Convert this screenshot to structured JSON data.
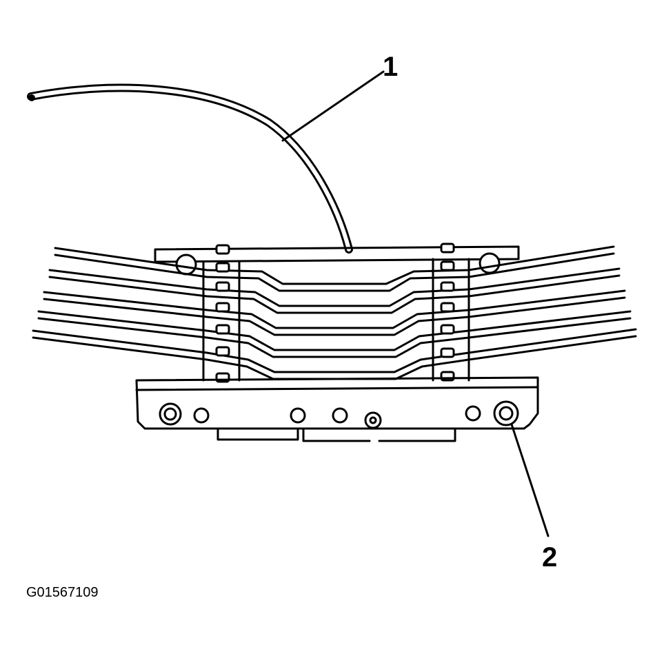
{
  "callouts": [
    {
      "id": "1",
      "label": "1"
    },
    {
      "id": "2",
      "label": "2"
    }
  ],
  "figure_id": "G01567109",
  "colors": {
    "ink": "#000000",
    "paper": "#ffffff"
  }
}
